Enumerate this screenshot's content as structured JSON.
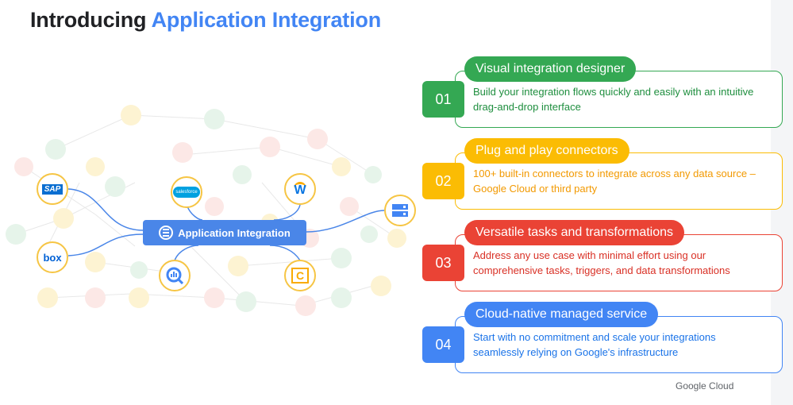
{
  "slide": {
    "title_prefix": "Introducing",
    "title_accent": "Application Integration",
    "footer": "Google Cloud"
  },
  "diagram": {
    "hub_label": "Application Integration",
    "nodes": [
      {
        "id": "sap",
        "label": "SAP",
        "color": "#0a6ed1"
      },
      {
        "id": "box",
        "label": "box",
        "color": "#0061d5"
      },
      {
        "id": "salesforce",
        "label": "salesforce",
        "color": "#00a1e0"
      },
      {
        "id": "workday",
        "label": "W",
        "color": "#0875e1"
      },
      {
        "id": "storage",
        "label": "",
        "color": "#4285f4"
      },
      {
        "id": "bigquery",
        "label": "",
        "color": "#4285f4"
      },
      {
        "id": "looker",
        "label": "C",
        "color": "#f9ab00"
      }
    ]
  },
  "features": [
    {
      "number": "01",
      "title": "Visual integration designer",
      "description": "Build your integration flows quickly and easily with an intuitive drag-and-drop interface",
      "color": "#34a853",
      "text_color": "#1e8e3e"
    },
    {
      "number": "02",
      "title": "Plug and play connectors",
      "description": "100+ built-in connectors to integrate across any data source – Google Cloud or third party",
      "color": "#fbbc04",
      "text_color": "#f29900"
    },
    {
      "number": "03",
      "title": "Versatile tasks and transformations",
      "description": "Address any use case with minimal effort using our comprehensive tasks, triggers, and data transformations",
      "color": "#ea4335",
      "text_color": "#d93025"
    },
    {
      "number": "04",
      "title": "Cloud-native managed service",
      "description": "Start with no commitment and scale your integrations seamlessly relying on Google's infrastructure",
      "color": "#4285f4",
      "text_color": "#1a73e8"
    }
  ]
}
